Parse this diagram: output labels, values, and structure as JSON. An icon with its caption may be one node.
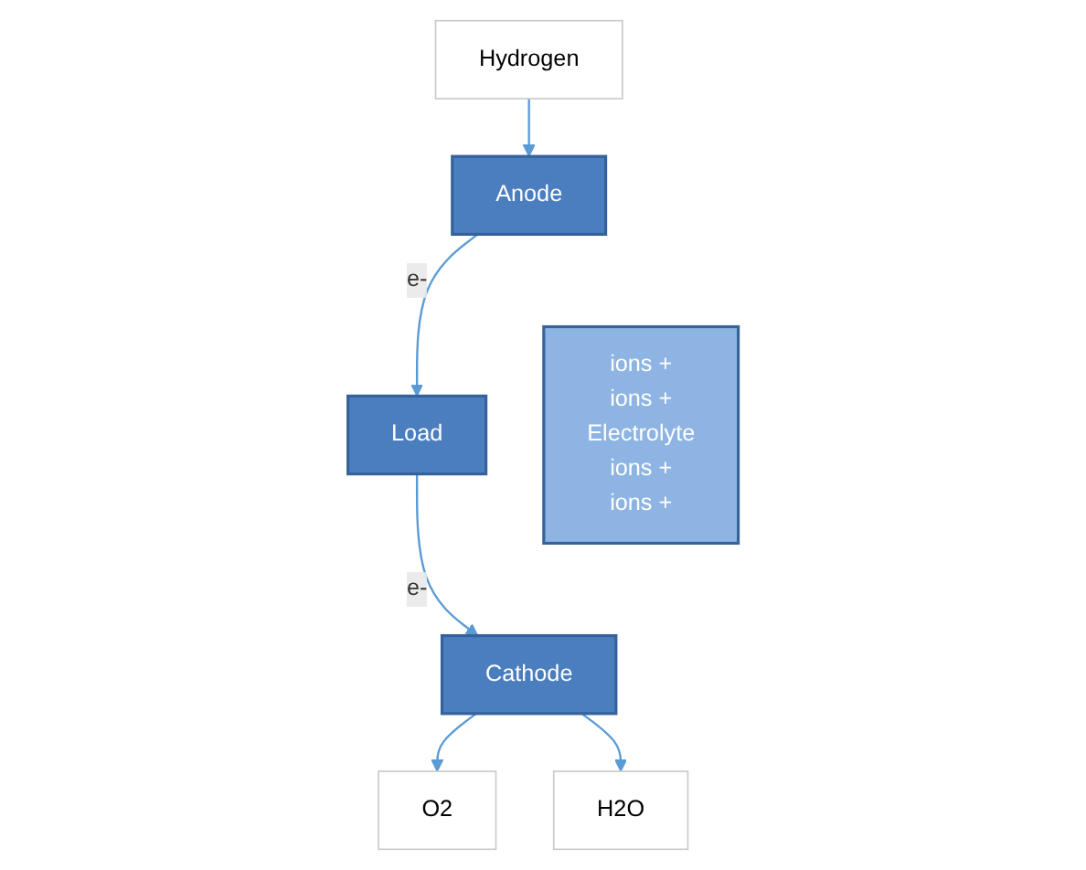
{
  "diagram": {
    "nodes": [
      {
        "text": [
          "Hydrogen"
        ]
      },
      {
        "text": [
          "Anode"
        ]
      },
      {
        "text": [
          "ions +",
          "ions +",
          "Electrolyte",
          "ions +",
          "ions +"
        ]
      },
      {
        "text": [
          "Cathode"
        ]
      },
      {
        "text": [
          "Load"
        ]
      },
      {
        "text": [
          "O2"
        ]
      },
      {
        "text": [
          "H2O"
        ]
      }
    ],
    "edges": [
      {
        "from": 0,
        "to": 1,
        "arrow": "to"
      },
      {
        "from": 1,
        "to": 4,
        "arrow": "to",
        "label": "e-"
      },
      {
        "from": 4,
        "to": 3,
        "arrow": "to",
        "label": "e-"
      },
      {
        "from": 3,
        "to": 5,
        "arrow": "to"
      },
      {
        "from": 3,
        "to": 6,
        "arrow": "to"
      }
    ]
  }
}
